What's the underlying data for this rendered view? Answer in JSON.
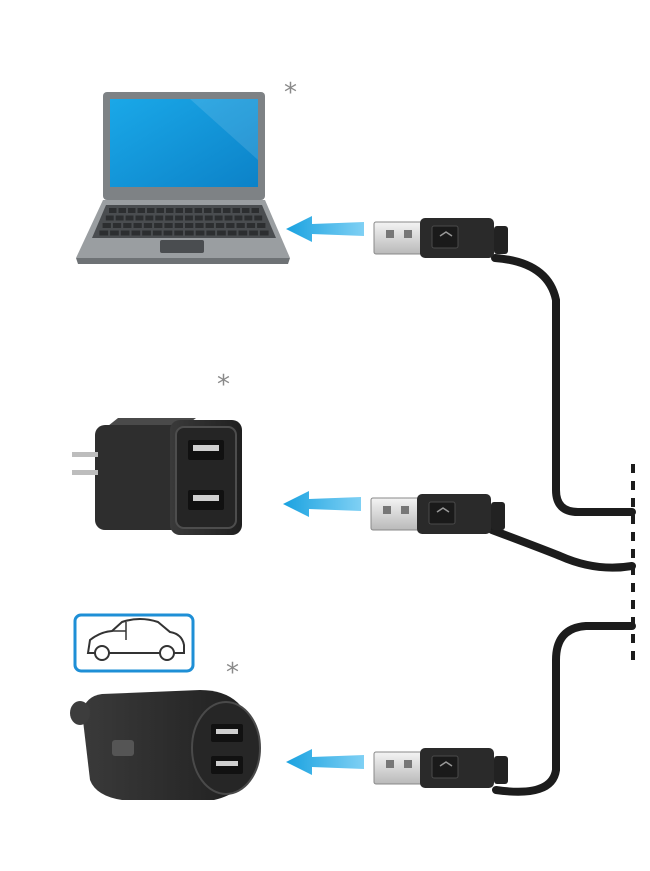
{
  "diagram": {
    "rows": [
      {
        "id": "computer",
        "device": "laptop",
        "note": "*",
        "icon": "laptop-icon"
      },
      {
        "id": "wall",
        "device": "wall-charger",
        "note": "*",
        "icon": "wall-adapter-icon"
      },
      {
        "id": "car",
        "device": "car-charger",
        "note": "*",
        "icon": "car-charger-icon",
        "badge_icon": "car-icon"
      }
    ],
    "colors": {
      "arrow": "#1aa2e0",
      "screen": "#1597dd",
      "cable": "#1c1c1c",
      "connector": "#2a2a2a",
      "usb_metal": "#d8d8d8",
      "badge_border": "#1e8fd6",
      "charger_body": "#2b2b2b",
      "laptop_body": "#8f9396"
    }
  }
}
